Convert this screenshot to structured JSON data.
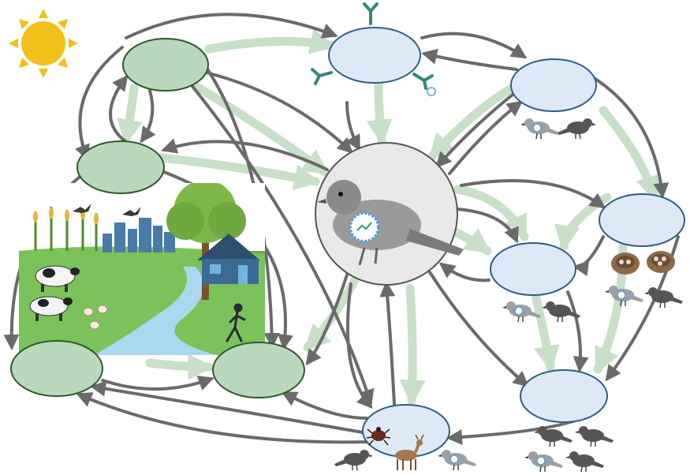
{
  "colors": {
    "background": "#ffffff",
    "green_node_fill": "#b9d8bc",
    "green_node_stroke": "#2d5a2d",
    "blue_node_fill": "#dde9f6",
    "blue_node_stroke": "#2f5f86",
    "dark_arrow": "#6a6a6a",
    "light_arrow": "#c8dfc8",
    "sun": "#f2c019",
    "center_circle": "#e8e8e8",
    "pathogen": "#7fb3dc"
  },
  "icons": {
    "sun": "sun-icon",
    "landscape": "landscape-scene-icon",
    "sparrow_infected": "infected-sparrow-icon",
    "bird": "bird-icon",
    "nest": "nest-icon",
    "antibody": "antibody-icon",
    "tick": "tick-icon",
    "deer": "deer-icon"
  },
  "nodes": [
    {
      "id": "env-top",
      "group": "environment"
    },
    {
      "id": "env-mid",
      "group": "environment"
    },
    {
      "id": "env-bottom-left",
      "group": "environment"
    },
    {
      "id": "env-bottom-right",
      "group": "environment"
    },
    {
      "id": "host-antibody",
      "group": "host"
    },
    {
      "id": "host-population",
      "group": "host"
    },
    {
      "id": "host-nest",
      "group": "host"
    },
    {
      "id": "host-birds",
      "group": "host"
    },
    {
      "id": "host-flock",
      "group": "host"
    },
    {
      "id": "host-vector",
      "group": "host"
    }
  ]
}
